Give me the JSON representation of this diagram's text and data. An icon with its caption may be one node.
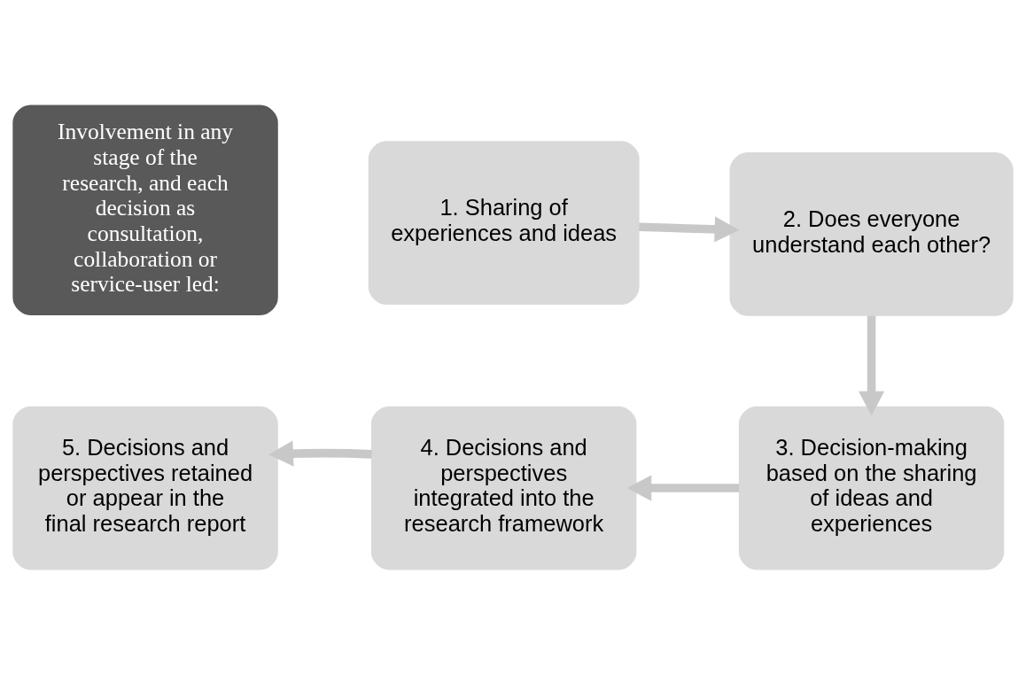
{
  "diagram": {
    "nodes": [
      {
        "text": [
          "Involvement in any stage of the research, and each decision as consultation, collaboration or service-user led:"
        ]
      },
      {
        "text": [
          "1. Sharing of experiences and ideas"
        ]
      },
      {
        "text": [
          "2. Does everyone understand each other?"
        ]
      },
      {
        "text": [
          "3. Decision-making based on the sharing of ideas and experiences"
        ]
      },
      {
        "text": [
          "4. Decisions and perspectives integrated into the research framework"
        ]
      },
      {
        "text": [
          "5. Decisions and perspectives retained or appear in the  final research report"
        ]
      }
    ],
    "edges": [
      {
        "from": 1,
        "to": 2,
        "arrow": "to"
      },
      {
        "from": 2,
        "to": 3,
        "arrow": "to"
      },
      {
        "from": 3,
        "to": 4,
        "arrow": "to"
      },
      {
        "from": 4,
        "to": 5,
        "arrow": "to"
      }
    ]
  }
}
